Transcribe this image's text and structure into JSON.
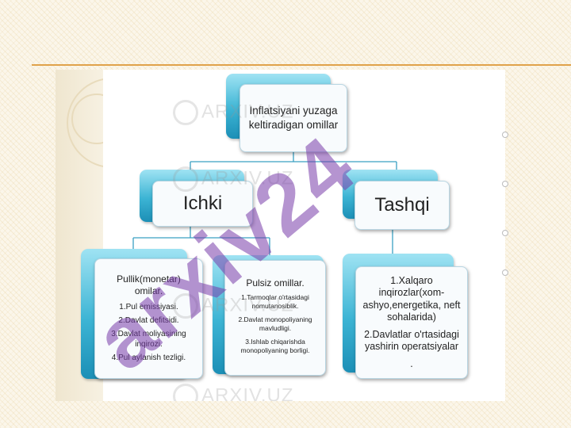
{
  "diagram": {
    "root": {
      "lines": [
        "Inflatsiyani yuzaga",
        "keltiradigan omillar"
      ]
    },
    "internal": {
      "label": "Ichki"
    },
    "external": {
      "label": "Tashqi"
    },
    "monetary": {
      "title_lines": [
        "Pullik(monetar)",
        "omilar."
      ],
      "items": [
        "1.Pul emissiyasi.",
        "2.Davlat defitsidi.",
        "3.Davlat moliyasining inqirozi.",
        "4.Pul aylanish tezligi."
      ]
    },
    "nonmonetary": {
      "title": "Pulsiz omillar.",
      "items": [
        "1.Tarmoqlar o'rtasidagi nomutanosiblik.",
        "2.Davlat monopoliyaning mavludligi.",
        "3.Ishlab chiqarishda monopoliyaning borligi."
      ]
    },
    "external_factors": {
      "items": [
        "1.Xalqaro inqirozlar(xom-ashyo,energetika, neft sohalarida)",
        "2.Davlatlar o'rtasidagi yashirin operatsiyalar",
        "."
      ]
    }
  },
  "watermark": {
    "logo_text": "ARXIV.UZ",
    "big_text": "arxiv24"
  },
  "colors": {
    "accent_rule": "#e0a24a",
    "node_gradient_top": "#9fe3f3",
    "node_gradient_bottom": "#1c8fb6",
    "watermark_purple": "#7a3caa"
  }
}
